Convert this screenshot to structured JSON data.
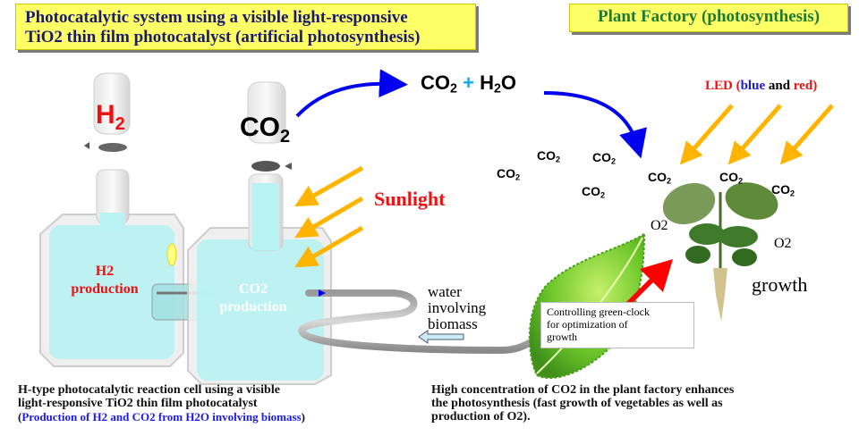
{
  "titles": {
    "left_line1": "Photocatalytic system using a visible light-responsive",
    "left_line2": "TiO2 thin film photocatalyst (artificial photosynthesis)",
    "right": "Plant Factory (photosynthesis)"
  },
  "cell": {
    "h2_bottle_label_main": "H",
    "h2_bottle_label_sub": "2",
    "co2_bottle_label_main": "CO",
    "co2_bottle_label_sub": "2",
    "h2_chamber_label_line1": "H2",
    "h2_chamber_label_line2": "production",
    "co2_chamber_label_line1": "CO2",
    "co2_chamber_label_line2": "production",
    "sunlight_label": "Sunlight"
  },
  "reaction": {
    "co2": "CO",
    "co2_sub": "2",
    "plus": "+",
    "h2o_h": "H",
    "h2o_sub": "2",
    "h2o_o": "O"
  },
  "plant_factory": {
    "led_prefix": "LED (",
    "led_blue": "blue",
    "led_and": " and ",
    "led_red": "red",
    "led_suffix": ")",
    "co2_molecules": [
      {
        "main": "CO",
        "sub": "2"
      },
      {
        "main": "CO",
        "sub": "2"
      },
      {
        "main": "CO",
        "sub": "2"
      },
      {
        "main": "CO",
        "sub": "2"
      },
      {
        "main": "CO",
        "sub": "2"
      },
      {
        "main": "CO",
        "sub": "2"
      },
      {
        "main": "CO",
        "sub": "2"
      }
    ],
    "o2_left": "O2",
    "o2_right": "O2",
    "growth_label": "growth",
    "green_clock_box": [
      "Controlling green-clock",
      "for optimization of",
      "growth"
    ]
  },
  "water_label": [
    "water",
    "involving",
    "biomass"
  ],
  "captions": {
    "left_line1": "H-type photocatalytic reaction cell using a visible",
    "left_line2": "light-responsive TiO2 thin film photocatalyst",
    "left_line3_open": "(",
    "left_line3_blue": "Production of H2 and CO2 from H2O involving biomass",
    "left_line3_close": ")",
    "right_line1": "High concentration of CO2 in the plant factory enhances",
    "right_line2": "the photosynthesis (fast growth of vegetables as well as",
    "right_line3": "production of O2)."
  },
  "colors": {
    "title_bg": "#ffff66",
    "title_left_text": "#1a1a6e",
    "title_right_text": "#1f7a33",
    "arrow_blue": "#0000ee",
    "light_arrow": "#ffb400",
    "red_label": "#ee1111",
    "water_cyan": "#b8f2f2",
    "growth_arrow": "#ff0000"
  }
}
